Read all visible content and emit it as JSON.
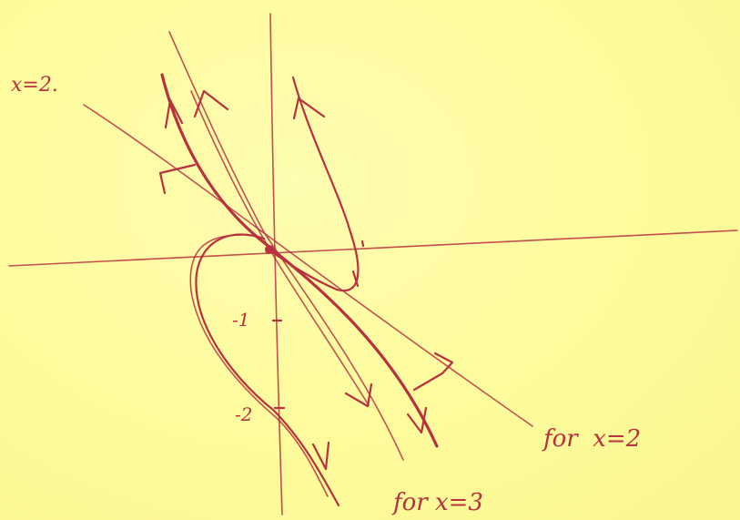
{
  "sketch": {
    "top_left_label": "x=2.",
    "tick_minus_1": "-1",
    "tick_minus_2": "-2",
    "label_x2": "for  x=2",
    "label_x3": "for x=3"
  },
  "colors": {
    "paper": "#fdfb9c",
    "ink": "#b8313f"
  }
}
